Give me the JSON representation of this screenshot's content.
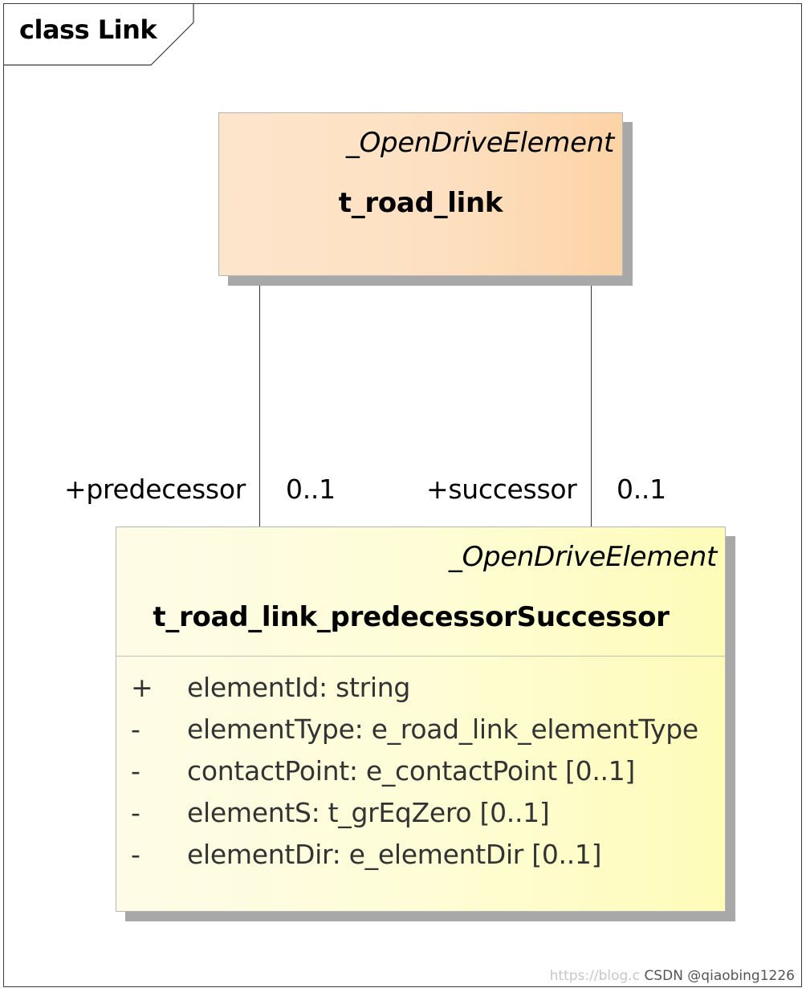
{
  "frame": {
    "title": "class Link"
  },
  "classes": [
    {
      "stereotype": "_OpenDriveElement",
      "name": "t_road_link",
      "fill": "#fde0c1"
    },
    {
      "stereotype": "_OpenDriveElement",
      "name": "t_road_link_predecessorSuccessor",
      "fill": "#fefdd7",
      "attributes": [
        {
          "visibility": "+",
          "text": "elementId: string"
        },
        {
          "visibility": "-",
          "text": "elementType: e_road_link_elementType"
        },
        {
          "visibility": "-",
          "text": "contactPoint: e_contactPoint [0..1]"
        },
        {
          "visibility": "-",
          "text": "elementS: t_grEqZero [0..1]"
        },
        {
          "visibility": "-",
          "text": "elementDir: e_elementDir [0..1]"
        }
      ]
    }
  ],
  "associations": [
    {
      "role": "+predecessor",
      "multiplicity": "0..1"
    },
    {
      "role": "+successor",
      "multiplicity": "0..1"
    }
  ],
  "watermark": {
    "faint": "https://blog.c",
    "text": "CSDN @qiaobing1226"
  }
}
